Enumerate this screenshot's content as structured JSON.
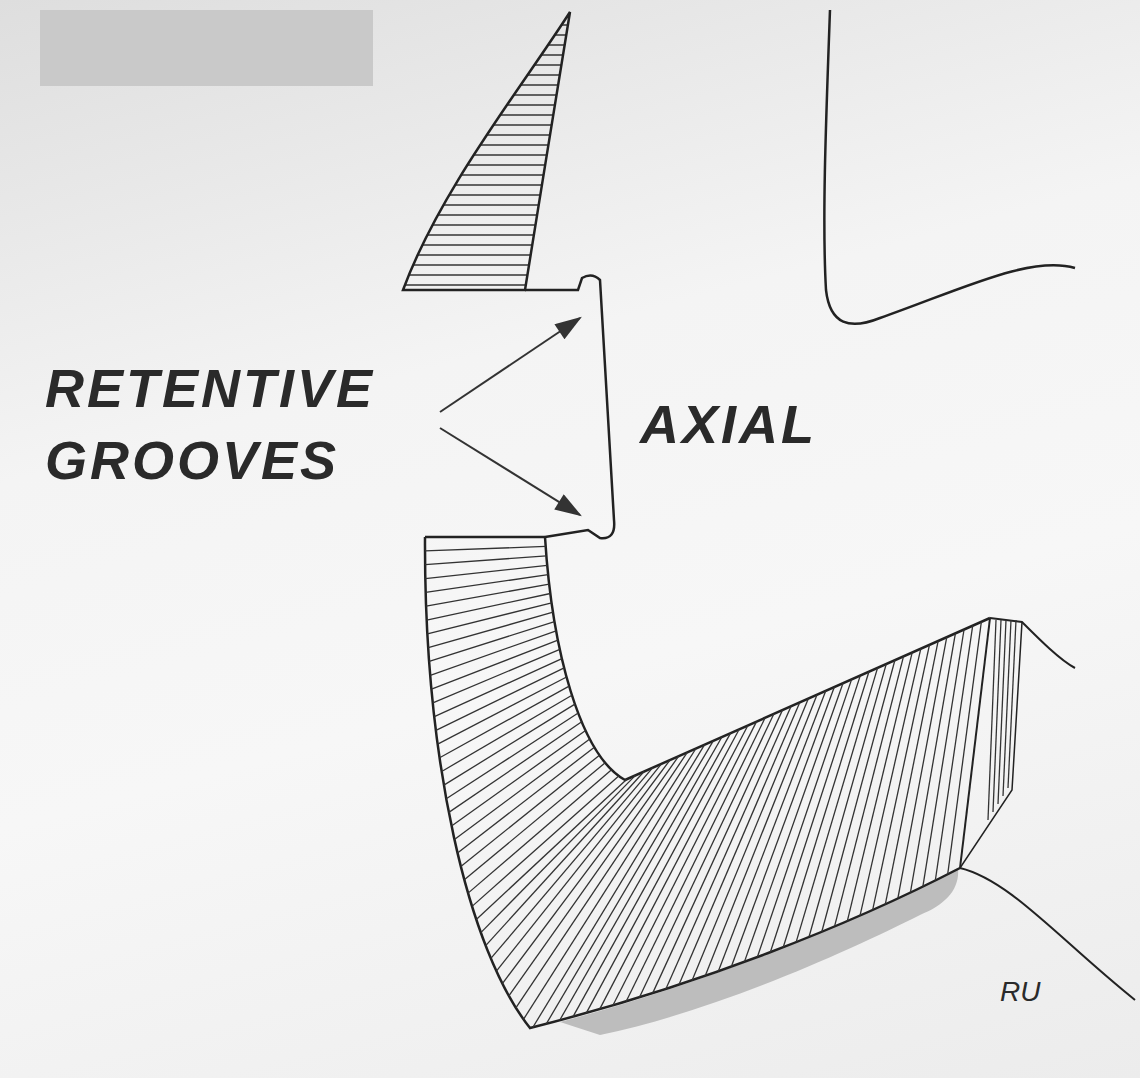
{
  "diagram": {
    "labels": [
      "RETENTIVE GROOVES",
      "AXIAL",
      "RU"
    ]
  }
}
